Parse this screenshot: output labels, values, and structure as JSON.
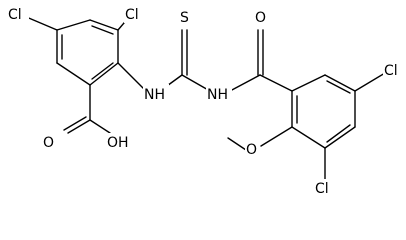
{
  "molecule": {
    "atoms": [
      {
        "id": "cl1",
        "text": "Cl"
      },
      {
        "id": "cl2",
        "text": "Cl"
      },
      {
        "id": "nh1",
        "text": "NH"
      },
      {
        "id": "s",
        "text": "S"
      },
      {
        "id": "nh2",
        "text": "NH"
      },
      {
        "id": "o_carbonyl",
        "text": "O"
      },
      {
        "id": "cl3",
        "text": "Cl"
      },
      {
        "id": "o_methoxy",
        "text": "O"
      },
      {
        "id": "cl4",
        "text": "Cl"
      },
      {
        "id": "o_acid",
        "text": "O"
      },
      {
        "id": "oh",
        "text": "OH"
      }
    ]
  }
}
